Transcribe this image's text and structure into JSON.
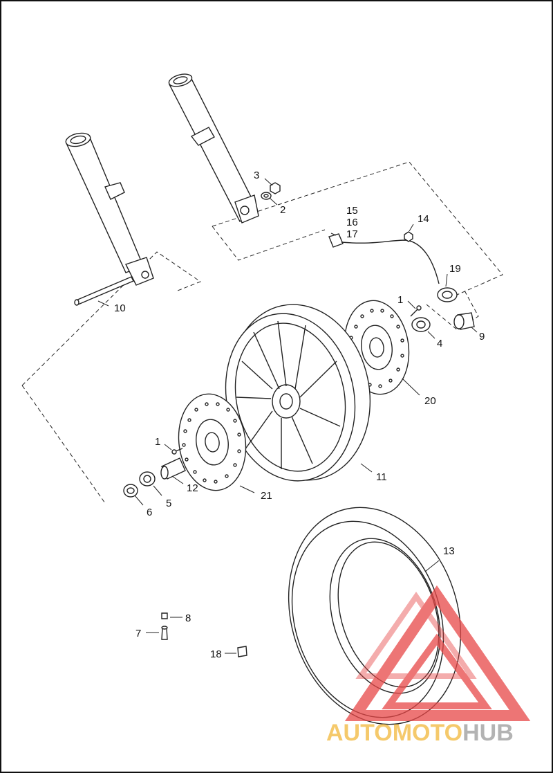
{
  "callouts": {
    "c1a": "1",
    "c1b": "1",
    "c2": "2",
    "c3": "3",
    "c4": "4",
    "c5": "5",
    "c6": "6",
    "c7": "7",
    "c8": "8",
    "c9": "9",
    "c10": "10",
    "c11": "11",
    "c12": "12",
    "c13": "13",
    "c14": "14",
    "c15": "15",
    "c16": "16",
    "c17": "17",
    "c18": "18",
    "c19": "19",
    "c20": "20",
    "c21": "21"
  },
  "watermark": {
    "part1": "AUTO",
    "part2": "MOTO",
    "part3": "HUB",
    "color_orange": "#f2b83a",
    "color_red": "#e84848",
    "color_gray": "#9a9a9a"
  }
}
